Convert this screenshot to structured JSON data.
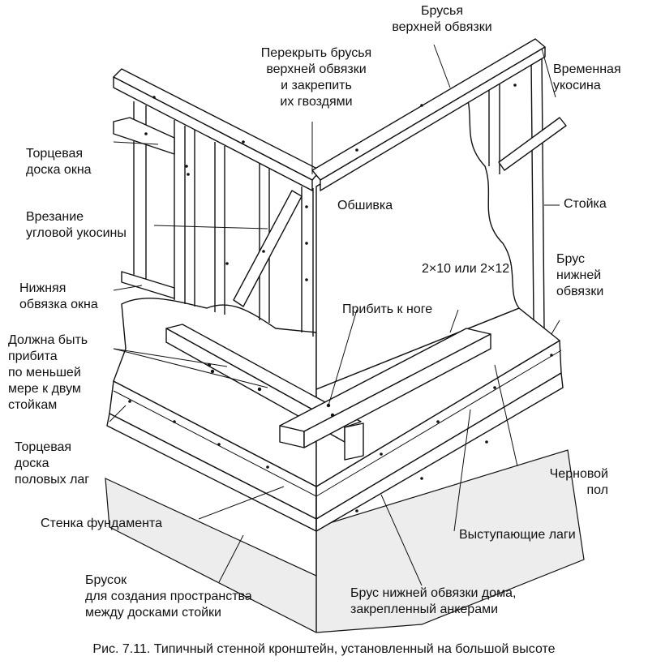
{
  "labels": {
    "top_plate": "Брусья\nверхней обвязки",
    "overlap": "Перекрыть брусья\nверхней обвязки\nи закрепить\nих гвоздями",
    "temp_brace": "Временная\nукосина",
    "window_header": "Торцевая\nдоска окна",
    "sheathing": "Обшивка",
    "stud": "Стойка",
    "corner_brace": "Врезание\nугловой укосины",
    "board_size": "2×10 или 2×12",
    "bottom_plate": "Брус\nнижней\nобвязки",
    "window_sill": "Нижняя\nобвязка окна",
    "nail_to_leg": "Прибить к ноге",
    "nail_two_studs": "Должна быть\nприбита\nпо меньшей\nмере к двум\nстойкам",
    "rim_joist": "Торцевая\nдоска\nполовых лаг",
    "subfloor": "Черновой\nпол",
    "foundation_wall": "Стенка фундамента",
    "protruding_joists": "Выступающие лаги",
    "spacer": "Брусок\nдля создания пространства\nмежду досками стойки",
    "sill_plate": "Брус нижней обвязки дома,\nзакрепленный анкерами"
  },
  "caption": "Рис. 7.11. Типичный стенной кронштейн, установленный на большой высоте"
}
